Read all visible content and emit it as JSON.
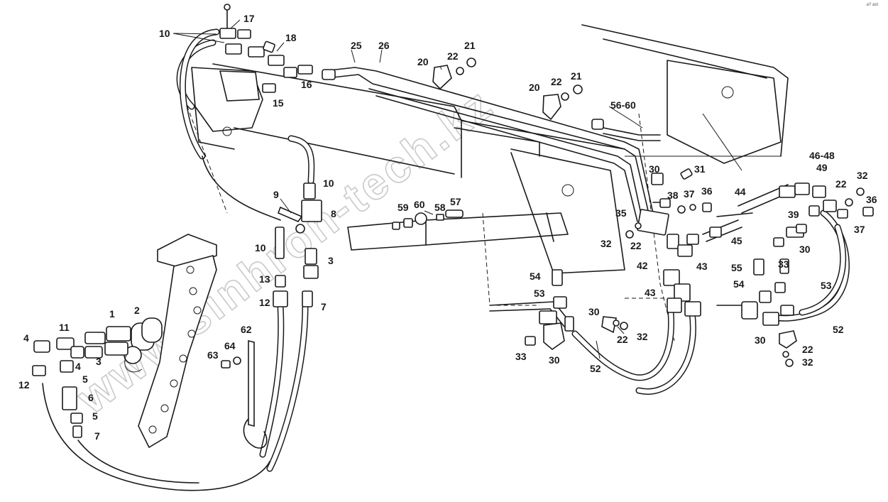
{
  "watermark": "www.sinhron-tech.kz",
  "corner_mark": "a? ast",
  "labels": [
    {
      "id": "l17",
      "text": "17"
    },
    {
      "id": "l10a",
      "text": "10"
    },
    {
      "id": "l18",
      "text": "18"
    },
    {
      "id": "l25",
      "text": "25"
    },
    {
      "id": "l26",
      "text": "26"
    },
    {
      "id": "l21a",
      "text": "21"
    },
    {
      "id": "l22a",
      "text": "22"
    },
    {
      "id": "l20a",
      "text": "20"
    },
    {
      "id": "l16",
      "text": "16"
    },
    {
      "id": "l15",
      "text": "15"
    },
    {
      "id": "l20b",
      "text": "20"
    },
    {
      "id": "l22b",
      "text": "22"
    },
    {
      "id": "l21b",
      "text": "21"
    },
    {
      "id": "l5660",
      "text": "56-60"
    },
    {
      "id": "l10b",
      "text": "10"
    },
    {
      "id": "l9",
      "text": "9"
    },
    {
      "id": "l8",
      "text": "8"
    },
    {
      "id": "l10c",
      "text": "10"
    },
    {
      "id": "l3a",
      "text": "3"
    },
    {
      "id": "l13",
      "text": "13"
    },
    {
      "id": "l12a",
      "text": "12"
    },
    {
      "id": "l7a",
      "text": "7"
    },
    {
      "id": "l59",
      "text": "59"
    },
    {
      "id": "l60",
      "text": "60"
    },
    {
      "id": "l58",
      "text": "58"
    },
    {
      "id": "l57",
      "text": "57"
    },
    {
      "id": "l30a",
      "text": "30"
    },
    {
      "id": "l31",
      "text": "31"
    },
    {
      "id": "l38",
      "text": "38"
    },
    {
      "id": "l37a",
      "text": "37"
    },
    {
      "id": "l36a",
      "text": "36"
    },
    {
      "id": "l35",
      "text": "35"
    },
    {
      "id": "l32a",
      "text": "32"
    },
    {
      "id": "l22c",
      "text": "22"
    },
    {
      "id": "l44",
      "text": "44"
    },
    {
      "id": "l4648",
      "text": "46-48"
    },
    {
      "id": "l49",
      "text": "49"
    },
    {
      "id": "l32b",
      "text": "32"
    },
    {
      "id": "l22d",
      "text": "22"
    },
    {
      "id": "l36b",
      "text": "36"
    },
    {
      "id": "l39",
      "text": "39"
    },
    {
      "id": "l37b",
      "text": "37"
    },
    {
      "id": "l45",
      "text": "45"
    },
    {
      "id": "l30b",
      "text": "30"
    },
    {
      "id": "l42",
      "text": "42"
    },
    {
      "id": "l43a",
      "text": "43"
    },
    {
      "id": "l43b",
      "text": "43"
    },
    {
      "id": "l55",
      "text": "55"
    },
    {
      "id": "l54a",
      "text": "54"
    },
    {
      "id": "l33a",
      "text": "33"
    },
    {
      "id": "l53a",
      "text": "53"
    },
    {
      "id": "l54b",
      "text": "54"
    },
    {
      "id": "l53b",
      "text": "53"
    },
    {
      "id": "l30c",
      "text": "30"
    },
    {
      "id": "l22e",
      "text": "22"
    },
    {
      "id": "l32c",
      "text": "32"
    },
    {
      "id": "l33b",
      "text": "33"
    },
    {
      "id": "l30d",
      "text": "30"
    },
    {
      "id": "l52a",
      "text": "52"
    },
    {
      "id": "l52b",
      "text": "52"
    },
    {
      "id": "l30e",
      "text": "30"
    },
    {
      "id": "l22f",
      "text": "22"
    },
    {
      "id": "l32d",
      "text": "32"
    },
    {
      "id": "l1",
      "text": "1"
    },
    {
      "id": "l2",
      "text": "2"
    },
    {
      "id": "l11",
      "text": "11"
    },
    {
      "id": "l4a",
      "text": "4"
    },
    {
      "id": "l4b",
      "text": "4"
    },
    {
      "id": "l3b",
      "text": "3"
    },
    {
      "id": "l5a",
      "text": "5"
    },
    {
      "id": "l12b",
      "text": "12"
    },
    {
      "id": "l6",
      "text": "6"
    },
    {
      "id": "l5b",
      "text": "5"
    },
    {
      "id": "l7b",
      "text": "7"
    },
    {
      "id": "l63",
      "text": "63"
    },
    {
      "id": "l64",
      "text": "64"
    },
    {
      "id": "l62",
      "text": "62"
    }
  ]
}
